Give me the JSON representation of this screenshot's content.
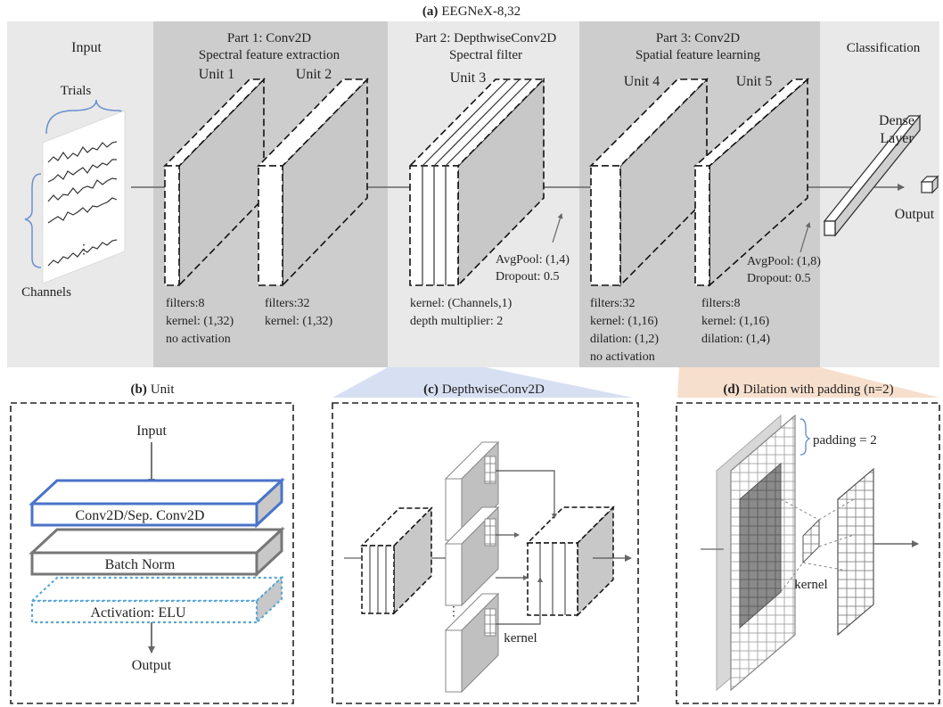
{
  "panel_a": {
    "title_prefix": "(a)",
    "title_text": "EEGNeX-8,32",
    "input_section": {
      "title": "Input",
      "trials_label": "Trials",
      "channels_label": "Channels",
      "dots": "⋮"
    },
    "part1": {
      "line1": "Part 1: Conv2D",
      "line2": "Spectral feature extraction"
    },
    "part2": {
      "line1": "Part 2: DepthwiseConv2D",
      "line2": "Spectral filter"
    },
    "part3": {
      "line1": "Part 3: Conv2D",
      "line2": "Spatial feature learning"
    },
    "classification": {
      "title": "Classification",
      "dense_line1": "Dense",
      "dense_line2": "Layer",
      "output_label": "Output"
    },
    "units": [
      {
        "label": "Unit 1",
        "params": [
          "filters:8",
          "kernel: (1,32)",
          "no activation"
        ]
      },
      {
        "label": "Unit 2",
        "params": [
          "filters:32",
          "kernel: (1,32)"
        ]
      },
      {
        "label": "Unit 3",
        "params": [
          "kernel: (Channels,1)",
          "depth multiplier: 2"
        ]
      },
      {
        "label": "Unit 4",
        "params": [
          "filters:32",
          "kernel: (1,16)",
          "dilation: (1,2)",
          "no activation"
        ]
      },
      {
        "label": "Unit 5",
        "params": [
          "filters:8",
          "kernel: (1,16)",
          "dilation: (1,4)"
        ]
      }
    ],
    "pool1": {
      "line1": "AvgPool: (1,4)",
      "line2": "Dropout: 0.5"
    },
    "pool2": {
      "line1": "AvgPool: (1,8)",
      "line2": "Dropout: 0.5"
    }
  },
  "panel_b": {
    "title_prefix": "(b)",
    "title_text": "Unit",
    "input_label": "Input",
    "layer1": "Conv2D/Sep. Conv2D",
    "layer2": "Batch Norm",
    "layer3": "Activation: ELU",
    "output_label": "Output"
  },
  "panel_c": {
    "title_prefix": "(c)",
    "title_text": "DepthwiseConv2D",
    "kernel_label": "kernel",
    "dots": "⋮"
  },
  "panel_d": {
    "title_prefix": "(d)",
    "title_text": "Dilation with padding (n=2)",
    "padding_label": "padding = 2",
    "kernel_label": "kernel"
  },
  "colors": {
    "panel_bg": "#e9e9e9",
    "section_bg": "#cdcdcd",
    "face_gray": "#c8c8c8",
    "blue_outline": "#4a73c9",
    "blue_fan": "#c9d6ee",
    "orange_fan": "#f6d9c4",
    "trial_brace": "#6a8fcf"
  }
}
